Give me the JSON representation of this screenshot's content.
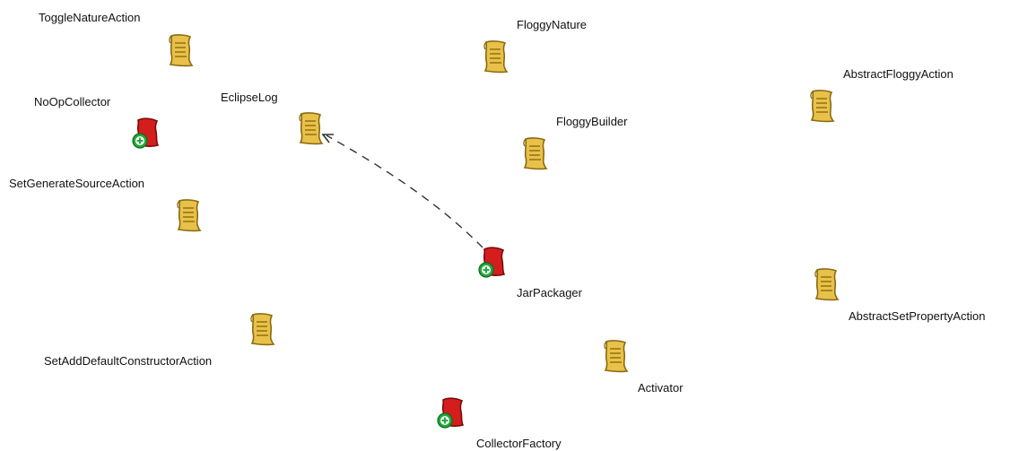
{
  "colors": {
    "background": "#ffffff",
    "doc_icon_fill": "#e8c14a",
    "doc_icon_stroke": "#8a6a10",
    "doc_icon_lines": "#9a7612",
    "red_icon_fill": "#d41e1e",
    "red_icon_stroke": "#7a0b0b",
    "add_badge_fill": "#22a83a",
    "edge": "#333333"
  },
  "nodes": [
    {
      "id": "toggle-nature-action",
      "label": "ToggleNatureAction",
      "icon": "document-icon"
    },
    {
      "id": "floggy-nature",
      "label": "FloggyNature",
      "icon": "document-icon"
    },
    {
      "id": "abstract-floggy-action",
      "label": "AbstractFloggyAction",
      "icon": "document-icon"
    },
    {
      "id": "noop-collector",
      "label": "NoOpCollector",
      "icon": "red-class-add-icon"
    },
    {
      "id": "eclipse-log",
      "label": "EclipseLog",
      "icon": "document-icon"
    },
    {
      "id": "floggy-builder",
      "label": "FloggyBuilder",
      "icon": "document-icon"
    },
    {
      "id": "set-generate-source-action",
      "label": "SetGenerateSourceAction",
      "icon": "document-icon"
    },
    {
      "id": "jar-packager",
      "label": "JarPackager",
      "icon": "red-class-add-icon"
    },
    {
      "id": "abstract-set-property-action",
      "label": "AbstractSetPropertyAction",
      "icon": "document-icon"
    },
    {
      "id": "set-add-default-constructor-action",
      "label": "SetAddDefaultConstructorAction",
      "icon": "document-icon"
    },
    {
      "id": "activator",
      "label": "Activator",
      "icon": "document-icon"
    },
    {
      "id": "collector-factory",
      "label": "CollectorFactory",
      "icon": "red-class-add-icon"
    }
  ],
  "edges": [
    {
      "from": "jar-packager",
      "to": "eclipse-log",
      "style": "dashed",
      "arrow": "open"
    }
  ]
}
